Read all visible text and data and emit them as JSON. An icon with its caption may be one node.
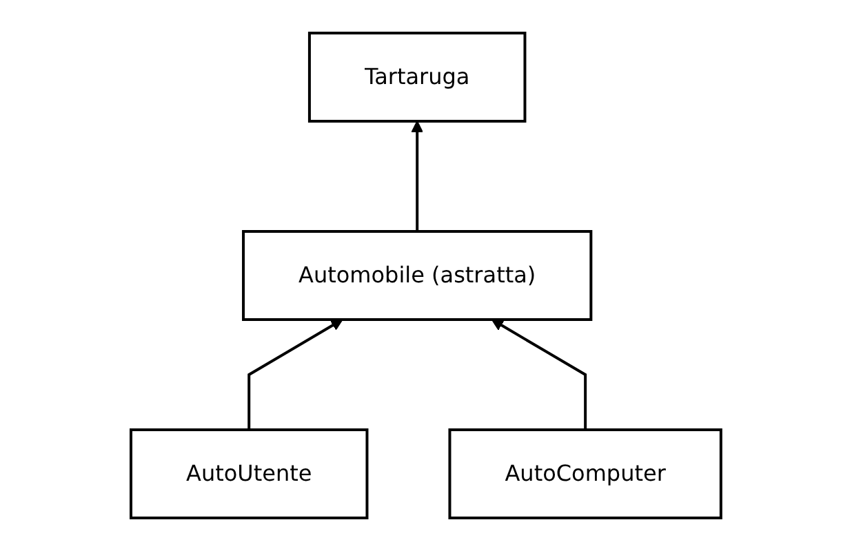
{
  "diagram": {
    "nodes": [
      {
        "text": [
          "Tartaruga"
        ]
      },
      {
        "text": [
          "Automobile (astratta)"
        ]
      },
      {
        "text": [
          "AutoUtente"
        ]
      },
      {
        "text": [
          "AutoComputer"
        ]
      }
    ],
    "edges": [
      {
        "from": 1,
        "to": 0,
        "arrow": "to"
      },
      {
        "from": 2,
        "to": 1,
        "arrow": "to"
      },
      {
        "from": 3,
        "to": 1,
        "arrow": "to"
      }
    ]
  }
}
